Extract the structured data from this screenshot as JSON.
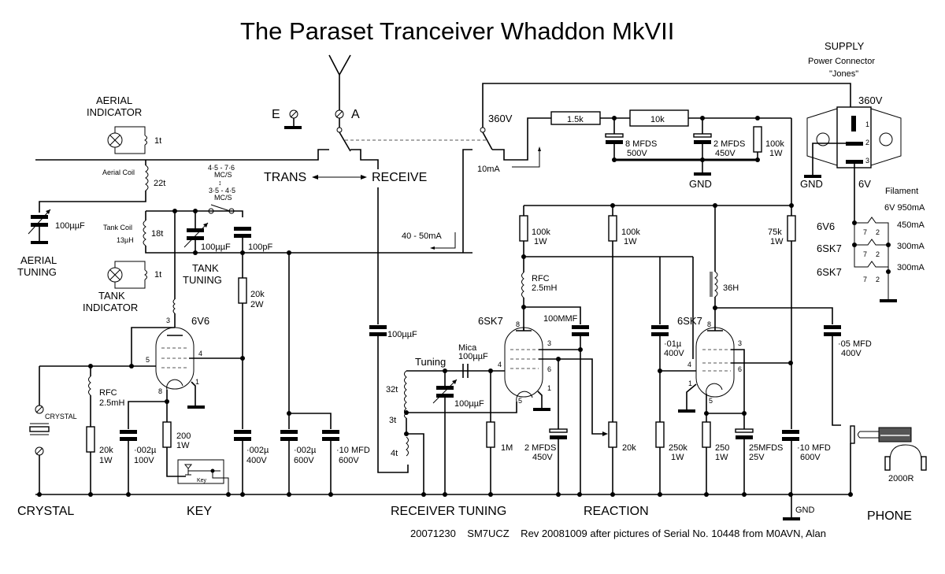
{
  "title": "The Paraset Tranceiver Whaddon MkVII",
  "footer": "20071230    SM7UCZ    Rev 20081009 after pictures of Serial No. 10448 from M0AVN, Alan",
  "sections": {
    "crystal": "CRYSTAL",
    "key": "KEY",
    "receiver_tuning": "RECEIVER TUNING",
    "reaction": "REACTION",
    "phone": "PHONE"
  },
  "antenna": {
    "earth_label": "E",
    "aerial_label": "A",
    "trans": "TRANS",
    "receive": "RECEIVE"
  },
  "transmitter": {
    "aerial_indicator": [
      "AERIAL",
      "INDICATOR"
    ],
    "aerial_indicator_turns": "1t",
    "aerial_coil_label": "Aerial Coil",
    "aerial_coil_turns": "22t",
    "aerial_tuning_cap": "100µµF",
    "aerial_tuning": [
      "AERIAL",
      "TUNING"
    ],
    "tank_coil_label": "Tank Coil",
    "tank_coil_inductance": "13µH",
    "tank_coil_turns": "18t",
    "band_high": [
      "4·5 - 7·6",
      "MC/S"
    ],
    "band_low": [
      "3·5 - 4·5",
      "MC/S"
    ],
    "tank_tuning_cap": "100µµF",
    "tank_pad_cap": "100pF",
    "tank_tuning": [
      "TANK",
      "TUNING"
    ],
    "tank_indicator": [
      "TANK",
      "INDICATOR"
    ],
    "tank_indicator_turns": "1t",
    "tube": "6V6",
    "tube_pins": {
      "p3": "3",
      "p4": "4",
      "p5": "5",
      "p8": "8",
      "p1": "1"
    },
    "rfc": [
      "RFC",
      "2.5mH"
    ],
    "crystal_label": "CRYSTAL",
    "r_grid": [
      "20k",
      "1W"
    ],
    "c_cathode": [
      "·002µ",
      "100V"
    ],
    "r_cathode": [
      "200",
      "1W"
    ],
    "key_label": "Key",
    "r_screen": [
      "20k",
      "2W"
    ],
    "c_screen": [
      "·002µ",
      "400V"
    ],
    "c_b1": [
      "·002µ",
      "600V"
    ],
    "c_b2": [
      "·10 MFD",
      "600V"
    ]
  },
  "supply_switch": {
    "v360": "360V",
    "i10": "10mA",
    "i40": "40 - 50mA",
    "r1": "1.5k",
    "r2": "10k",
    "c1": [
      "8 MFDS",
      "500V"
    ],
    "c2": [
      "2 MFDS",
      "450V"
    ],
    "r3": [
      "100k",
      "1W"
    ],
    "gnd": "GND"
  },
  "supply": {
    "title": "SUPPLY",
    "connector": "Power Connector",
    "connector_name": "\"Jones\"",
    "v360": "360V",
    "pins": [
      "1",
      "2",
      "3"
    ],
    "gnd": "GND",
    "v6": "6V",
    "filament": "Filament",
    "filament_total": "6V 950mA",
    "heaters": [
      {
        "tube": "6V6",
        "current": "450mA"
      },
      {
        "tube": "6SK7",
        "current": "300mA"
      },
      {
        "tube": "6SK7",
        "current": "300mA"
      }
    ],
    "heater_pins": [
      "7",
      "2"
    ]
  },
  "receiver": {
    "c_coupling": "100µµF",
    "tuning": "Tuning",
    "mica": [
      "Mica",
      "100µµF"
    ],
    "tuning_cap": "100µµF",
    "coil_turns": [
      "32t",
      "3t",
      "4t"
    ],
    "r_grid": "1M",
    "tube1": "6SK7",
    "tube1_pins": {
      "p8": "8",
      "p3": "3",
      "p4": "4",
      "p6": "6",
      "p1": "1",
      "p5": "5"
    },
    "r_plate1": [
      "100k",
      "1W"
    ],
    "rfc": [
      "RFC",
      "2.5mH"
    ],
    "c_reaction": "100MMF",
    "c_screen1": [
      "2 MFDS",
      "450V"
    ],
    "r_plate2": [
      "100k",
      "1W"
    ],
    "pot": "20k",
    "c_couple2": [
      "·01µ",
      "400V"
    ],
    "tube2": "6SK7",
    "tube2_pins": {
      "p8": "8",
      "p3": "3",
      "p4": "4",
      "p6": "6",
      "p1": "1",
      "p5": "5"
    },
    "r_grid2": [
      "250k",
      "1W"
    ],
    "choke": "36H",
    "r_screen2": [
      "75k",
      "1W"
    ],
    "r_cathode2": [
      "250",
      "1W"
    ],
    "c_cathode2": [
      "25MFDS",
      "25V"
    ],
    "c_decouple": [
      "·10 MFD",
      "600V"
    ],
    "c_out": [
      "·05 MFD",
      "400V"
    ],
    "phones": "2000R",
    "gnd": "GND"
  }
}
